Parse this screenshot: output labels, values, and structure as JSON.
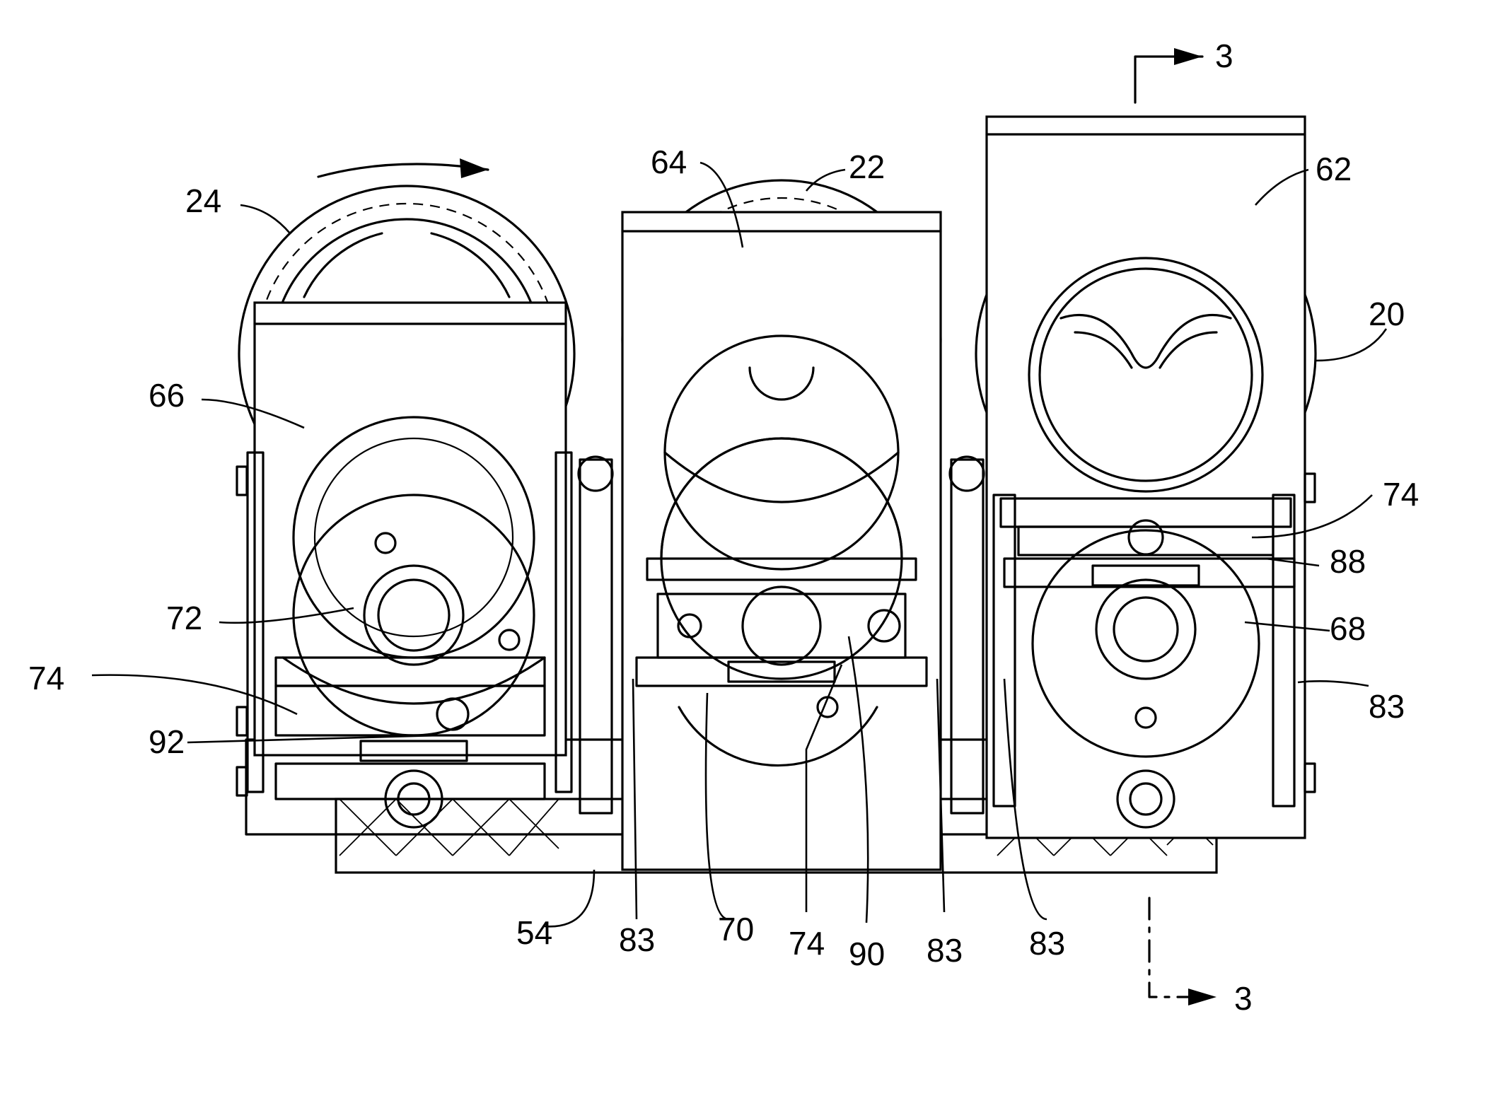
{
  "figure": {
    "section_marker": "3",
    "labels": {
      "ref_20": "20",
      "ref_22": "22",
      "ref_24": "24",
      "ref_54": "54",
      "ref_62": "62",
      "ref_64": "64",
      "ref_66": "66",
      "ref_68": "68",
      "ref_70": "70",
      "ref_72": "72",
      "ref_74": "74",
      "ref_83": "83",
      "ref_88": "88",
      "ref_90": "90",
      "ref_92": "92"
    }
  }
}
